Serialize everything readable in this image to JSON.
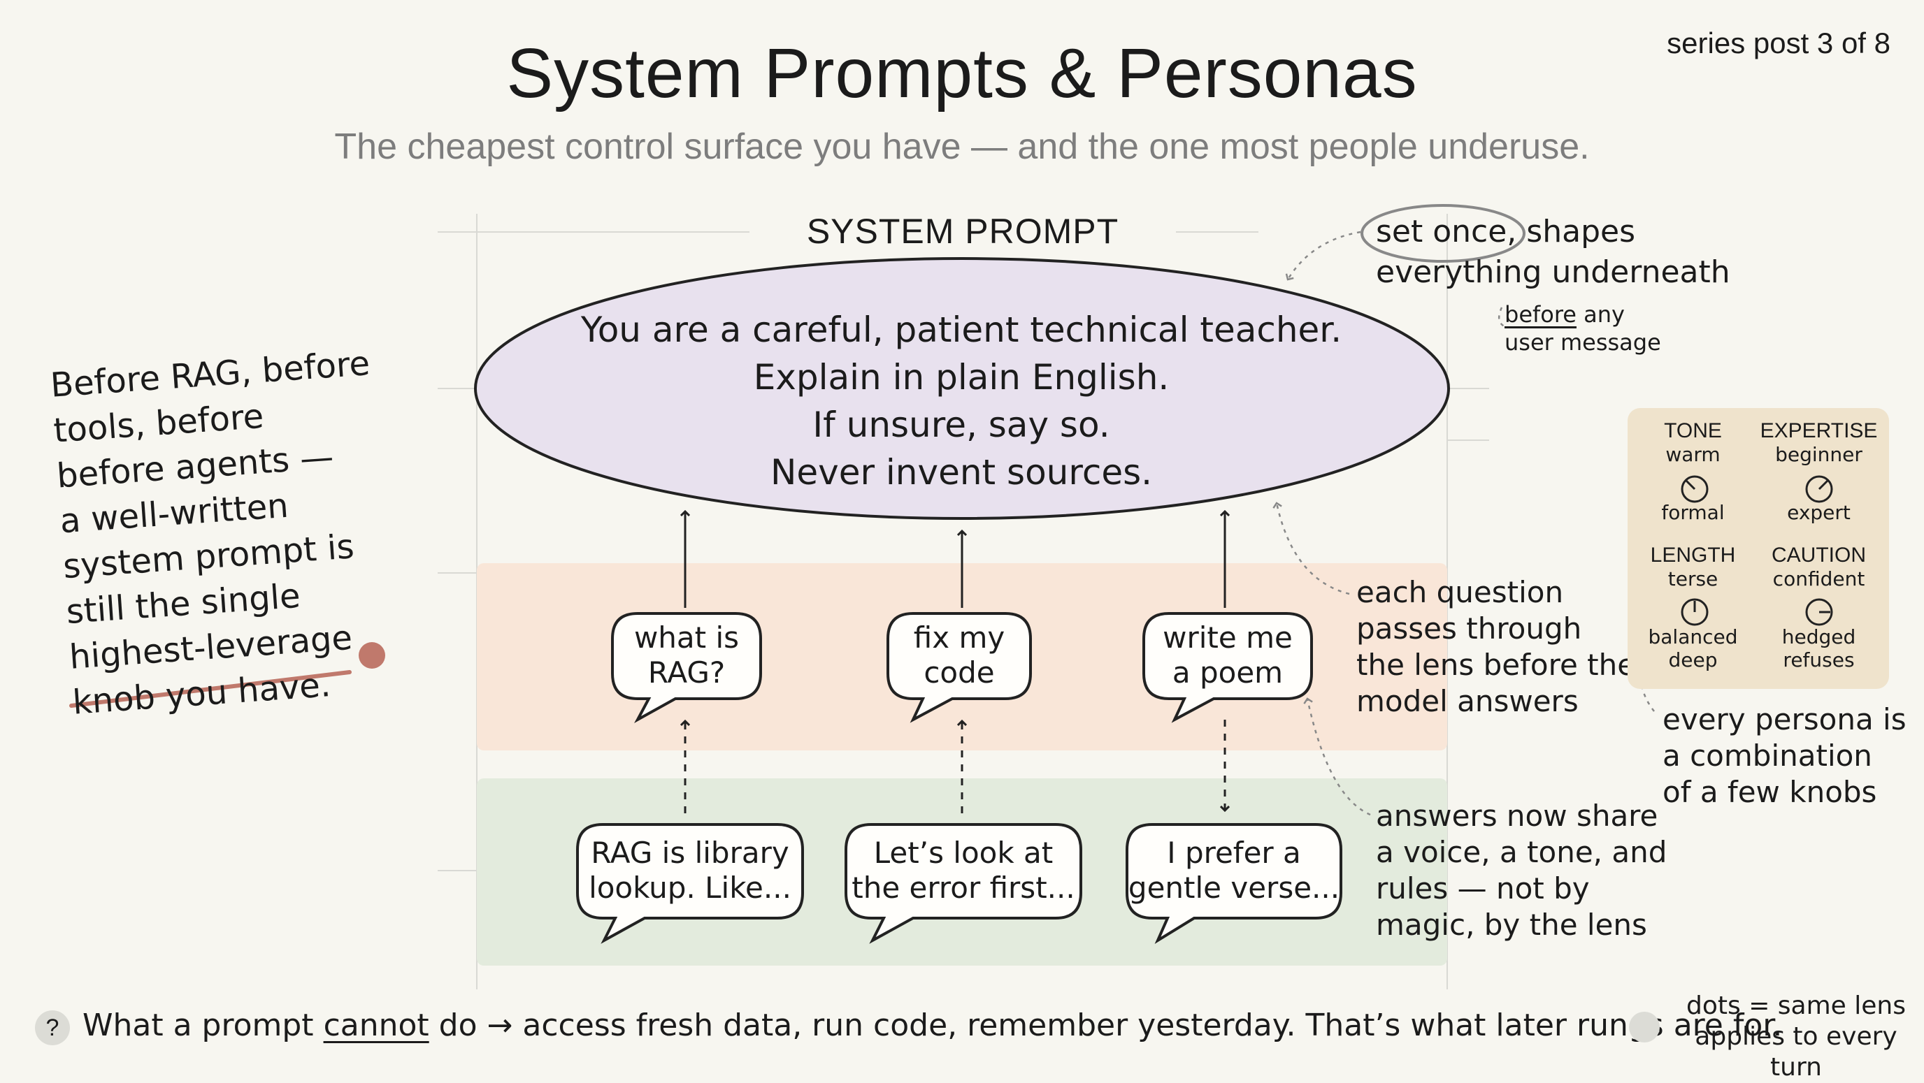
{
  "header": {
    "title": "System Prompts & Personas",
    "subtitle": "The cheapest control surface you have — and the one most people underuse.",
    "series_label": "series post 3 of 8"
  },
  "lens": {
    "label": "SYSTEM PROMPT",
    "lines": [
      "You are a careful, patient technical teacher.",
      "Explain in plain English.",
      "If unsure, say so.",
      "Never invent sources."
    ]
  },
  "questions": [
    {
      "line1": "what is",
      "line2": "RAG?"
    },
    {
      "line1": "fix my",
      "line2": "code"
    },
    {
      "line1": "write me",
      "line2": "a poem"
    }
  ],
  "answers": [
    {
      "line1": "RAG is library",
      "line2": "lookup. Like..."
    },
    {
      "line1": "Let’s look at",
      "line2": "the error first..."
    },
    {
      "line1": "I prefer a",
      "line2": "gentle verse..."
    }
  ],
  "left_note": {
    "lines": [
      "Before RAG, before",
      "tools, before",
      "before agents —",
      "a well-written",
      "system prompt is",
      "still the single"
    ],
    "highlight": "highest-leverage",
    "last_line": "knob you have.",
    "accent_color": "#c0796c"
  },
  "annotations": {
    "set_once": "set once,",
    "shapes": "shapes",
    "everything": "everything underneath",
    "before_any_1": "before",
    "before_any_2": "any",
    "user_message": "user message",
    "each_question": [
      "each question",
      "passes through",
      "the lens before the",
      "model answers"
    ],
    "answers_share": [
      "answers now share",
      "a voice, a tone, and",
      "rules — not by",
      "magic, by the lens"
    ],
    "every_persona": [
      "every persona is",
      "a combination",
      "of a few knobs"
    ]
  },
  "knobs": [
    {
      "name": "TONE",
      "top": "warm",
      "bottom": "formal"
    },
    {
      "name": "EXPERTISE",
      "top": "beginner",
      "bottom": "expert"
    },
    {
      "name": "LENGTH",
      "top": "terse",
      "bottom": "balanced",
      "bottom2": "deep"
    },
    {
      "name": "CAUTION",
      "top": "confident",
      "bottom": "hedged",
      "bottom2": "refuses"
    }
  ],
  "footer": {
    "icon_glyph": "?",
    "prefix": "What a prompt",
    "underlined": "cannot",
    "rest": "do → access fresh data, run code, remember yesterday. That’s what later rungs are for."
  },
  "legend": {
    "line1": "dots = same lens",
    "line2": "applies to every turn"
  },
  "colors": {
    "lens_fill": "#e8e1ee",
    "question_band": "#f9e6d8",
    "answer_band": "#e3ebdd",
    "knob_panel": "#efe3cc",
    "accent_dot": "#c0796c"
  }
}
